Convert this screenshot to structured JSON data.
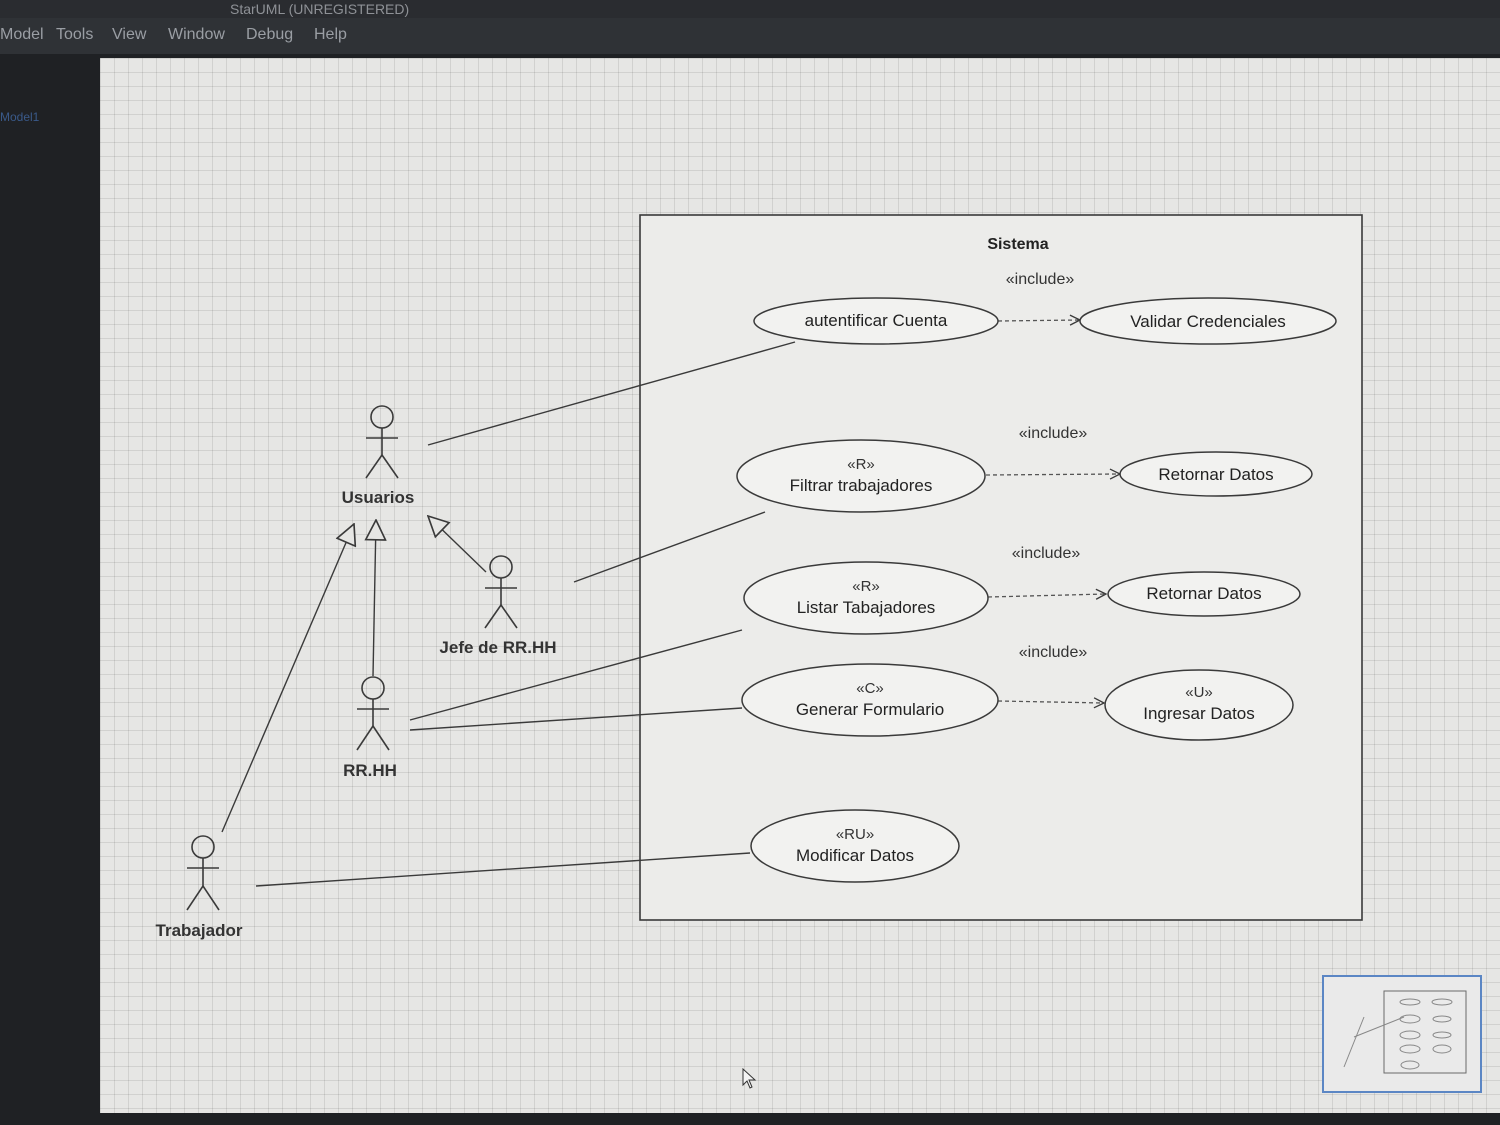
{
  "window": {
    "title": "StarUML (UNREGISTERED)"
  },
  "menu": [
    "Model",
    "Tools",
    "View",
    "Window",
    "Debug",
    "Help"
  ],
  "explorer": {
    "item": "Model1"
  },
  "diagram": {
    "system": {
      "name": "Sistema"
    },
    "actors": {
      "usuarios": "Usuarios",
      "jefe": "Jefe de RR.HH",
      "rrhh": "RR.HH",
      "trabajador": "Trabajador"
    },
    "use_cases": {
      "autentificar": {
        "name": "autentificar Cuenta"
      },
      "validar": {
        "name": "Validar Credenciales"
      },
      "filtrar": {
        "stereotype": "«R»",
        "name": "Filtrar trabajadores"
      },
      "retornar1": {
        "name": "Retornar Datos"
      },
      "listar": {
        "stereotype": "«R»",
        "name": "Listar Tabajadores"
      },
      "retornar2": {
        "name": "Retornar Datos"
      },
      "generar": {
        "stereotype": "«C»",
        "name": "Generar Formulario"
      },
      "ingresar": {
        "stereotype": "«U»",
        "name": "Ingresar Datos"
      },
      "modificar": {
        "stereotype": "«RU»",
        "name": "Modificar Datos"
      }
    },
    "include_labels": [
      "«include»",
      "«include»",
      "«include»",
      "«include»"
    ]
  },
  "colors": {
    "canvas": "#e6e6e4",
    "usecase_fill": "#f2f2f0",
    "line": "#3a3a3a",
    "minimap_border": "#5b86c4"
  }
}
